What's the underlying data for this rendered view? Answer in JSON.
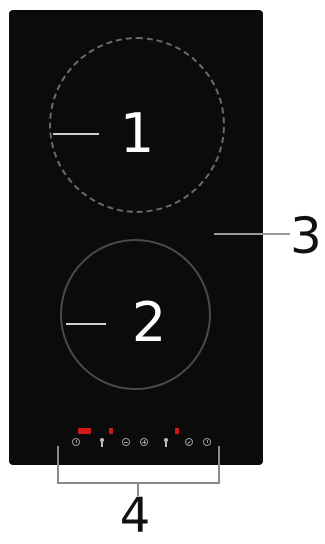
{
  "callouts": {
    "zone_1_label": "1",
    "zone_2_label": "2",
    "surface_label": "3",
    "controls_label": "4"
  },
  "colors": {
    "cooktop_glass": "#0b0b0b",
    "zone_outline": "#6a6a6a",
    "indicator_led": "#d21818",
    "label_text": "#111111"
  },
  "icons": {
    "timer": "clock-icon",
    "zone_select": "zone-select-icon",
    "minus": "minus-icon",
    "plus": "plus-icon",
    "lock": "lock-icon",
    "power": "power-icon"
  }
}
